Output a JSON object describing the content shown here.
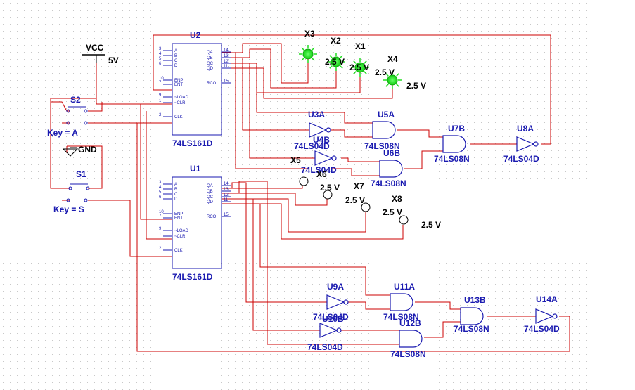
{
  "colors": {
    "wire": "#cc0000",
    "component": "#1a1ab0",
    "text": "#000000",
    "probe_on": "#22dd22",
    "grid": "#c8c8c8",
    "background": "#ffffff"
  },
  "power": {
    "vcc_label": "VCC",
    "vcc_value": "5V",
    "gnd_label": "GND"
  },
  "switches": {
    "s2": {
      "label": "S2",
      "key": "Key = A"
    },
    "s1": {
      "label": "S1",
      "key": "Key = S"
    }
  },
  "counters": {
    "u2": {
      "ref": "U2",
      "part": "74LS161D"
    },
    "u1": {
      "ref": "U1",
      "part": "74LS161D"
    },
    "pins_left": [
      "A",
      "B",
      "C",
      "D",
      "ENP",
      "ENT",
      "~LOAD",
      "~CLR",
      "CLK"
    ],
    "pins_right": [
      "QA",
      "QB",
      "QC",
      "QD",
      "RCO"
    ],
    "pin_nums_left": [
      "3",
      "4",
      "5",
      "6",
      "10",
      "7",
      "9",
      "1",
      "2"
    ],
    "pin_nums_right": [
      "14",
      "13",
      "12",
      "11",
      "15"
    ]
  },
  "gates": {
    "u3a": {
      "ref": "U3A",
      "part": "74LS04D"
    },
    "u4b": {
      "ref": "U4B",
      "part": "74LS04D"
    },
    "u5a": {
      "ref": "U5A",
      "part": "74LS08N"
    },
    "u6b": {
      "ref": "U6B",
      "part": "74LS08N"
    },
    "u7b": {
      "ref": "U7B",
      "part": "74LS08N"
    },
    "u8a": {
      "ref": "U8A",
      "part": "74LS04D"
    },
    "u9a": {
      "ref": "U9A",
      "part": "74LS04D"
    },
    "u10": {
      "ref": "U10B",
      "part": "74LS04D"
    },
    "u11a": {
      "ref": "U11A",
      "part": "74LS08N"
    },
    "u12b": {
      "ref": "U12B",
      "part": "74LS08N"
    },
    "u13b": {
      "ref": "U13B",
      "part": "74LS08N"
    },
    "u14a": {
      "ref": "U14A",
      "part": "74LS04D"
    }
  },
  "probes": {
    "x1": {
      "ref": "X1",
      "voltage": "2.5 V",
      "on": true
    },
    "x2": {
      "ref": "X2",
      "voltage": "2.5 V",
      "on": true
    },
    "x3": {
      "ref": "X3",
      "voltage": "2.5 V",
      "on": true
    },
    "x4": {
      "ref": "X4",
      "voltage": "2.5 V",
      "on": true
    },
    "x5": {
      "ref": "X5",
      "voltage": "2.5 V",
      "on": false
    },
    "x6": {
      "ref": "X6",
      "voltage": "2.5 V",
      "on": false
    },
    "x7": {
      "ref": "X7",
      "voltage": "2.5 V",
      "on": false
    },
    "x8": {
      "ref": "X8",
      "voltage": "2.5 V",
      "on": false
    }
  }
}
